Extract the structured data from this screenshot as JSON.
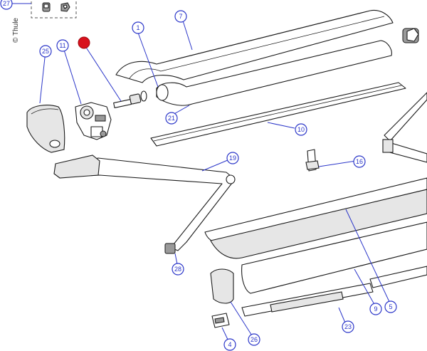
{
  "copyright": "© Thule",
  "colors": {
    "leader": "#2b36c9",
    "highlight": "#d8101c",
    "line": "#1a1a1a"
  },
  "callouts": [
    {
      "id": "27",
      "label": "27"
    },
    {
      "id": "25",
      "label": "25"
    },
    {
      "id": "11",
      "label": "11"
    },
    {
      "id": "highlighted",
      "label": "",
      "highlighted": true
    },
    {
      "id": "1",
      "label": "1"
    },
    {
      "id": "7",
      "label": "7"
    },
    {
      "id": "21",
      "label": "21"
    },
    {
      "id": "10",
      "label": "10"
    },
    {
      "id": "19",
      "label": "19"
    },
    {
      "id": "16",
      "label": "16"
    },
    {
      "id": "28",
      "label": "28"
    },
    {
      "id": "5",
      "label": "5"
    },
    {
      "id": "9",
      "label": "9"
    },
    {
      "id": "23",
      "label": "23"
    },
    {
      "id": "26",
      "label": "26"
    },
    {
      "id": "4",
      "label": "4"
    }
  ]
}
